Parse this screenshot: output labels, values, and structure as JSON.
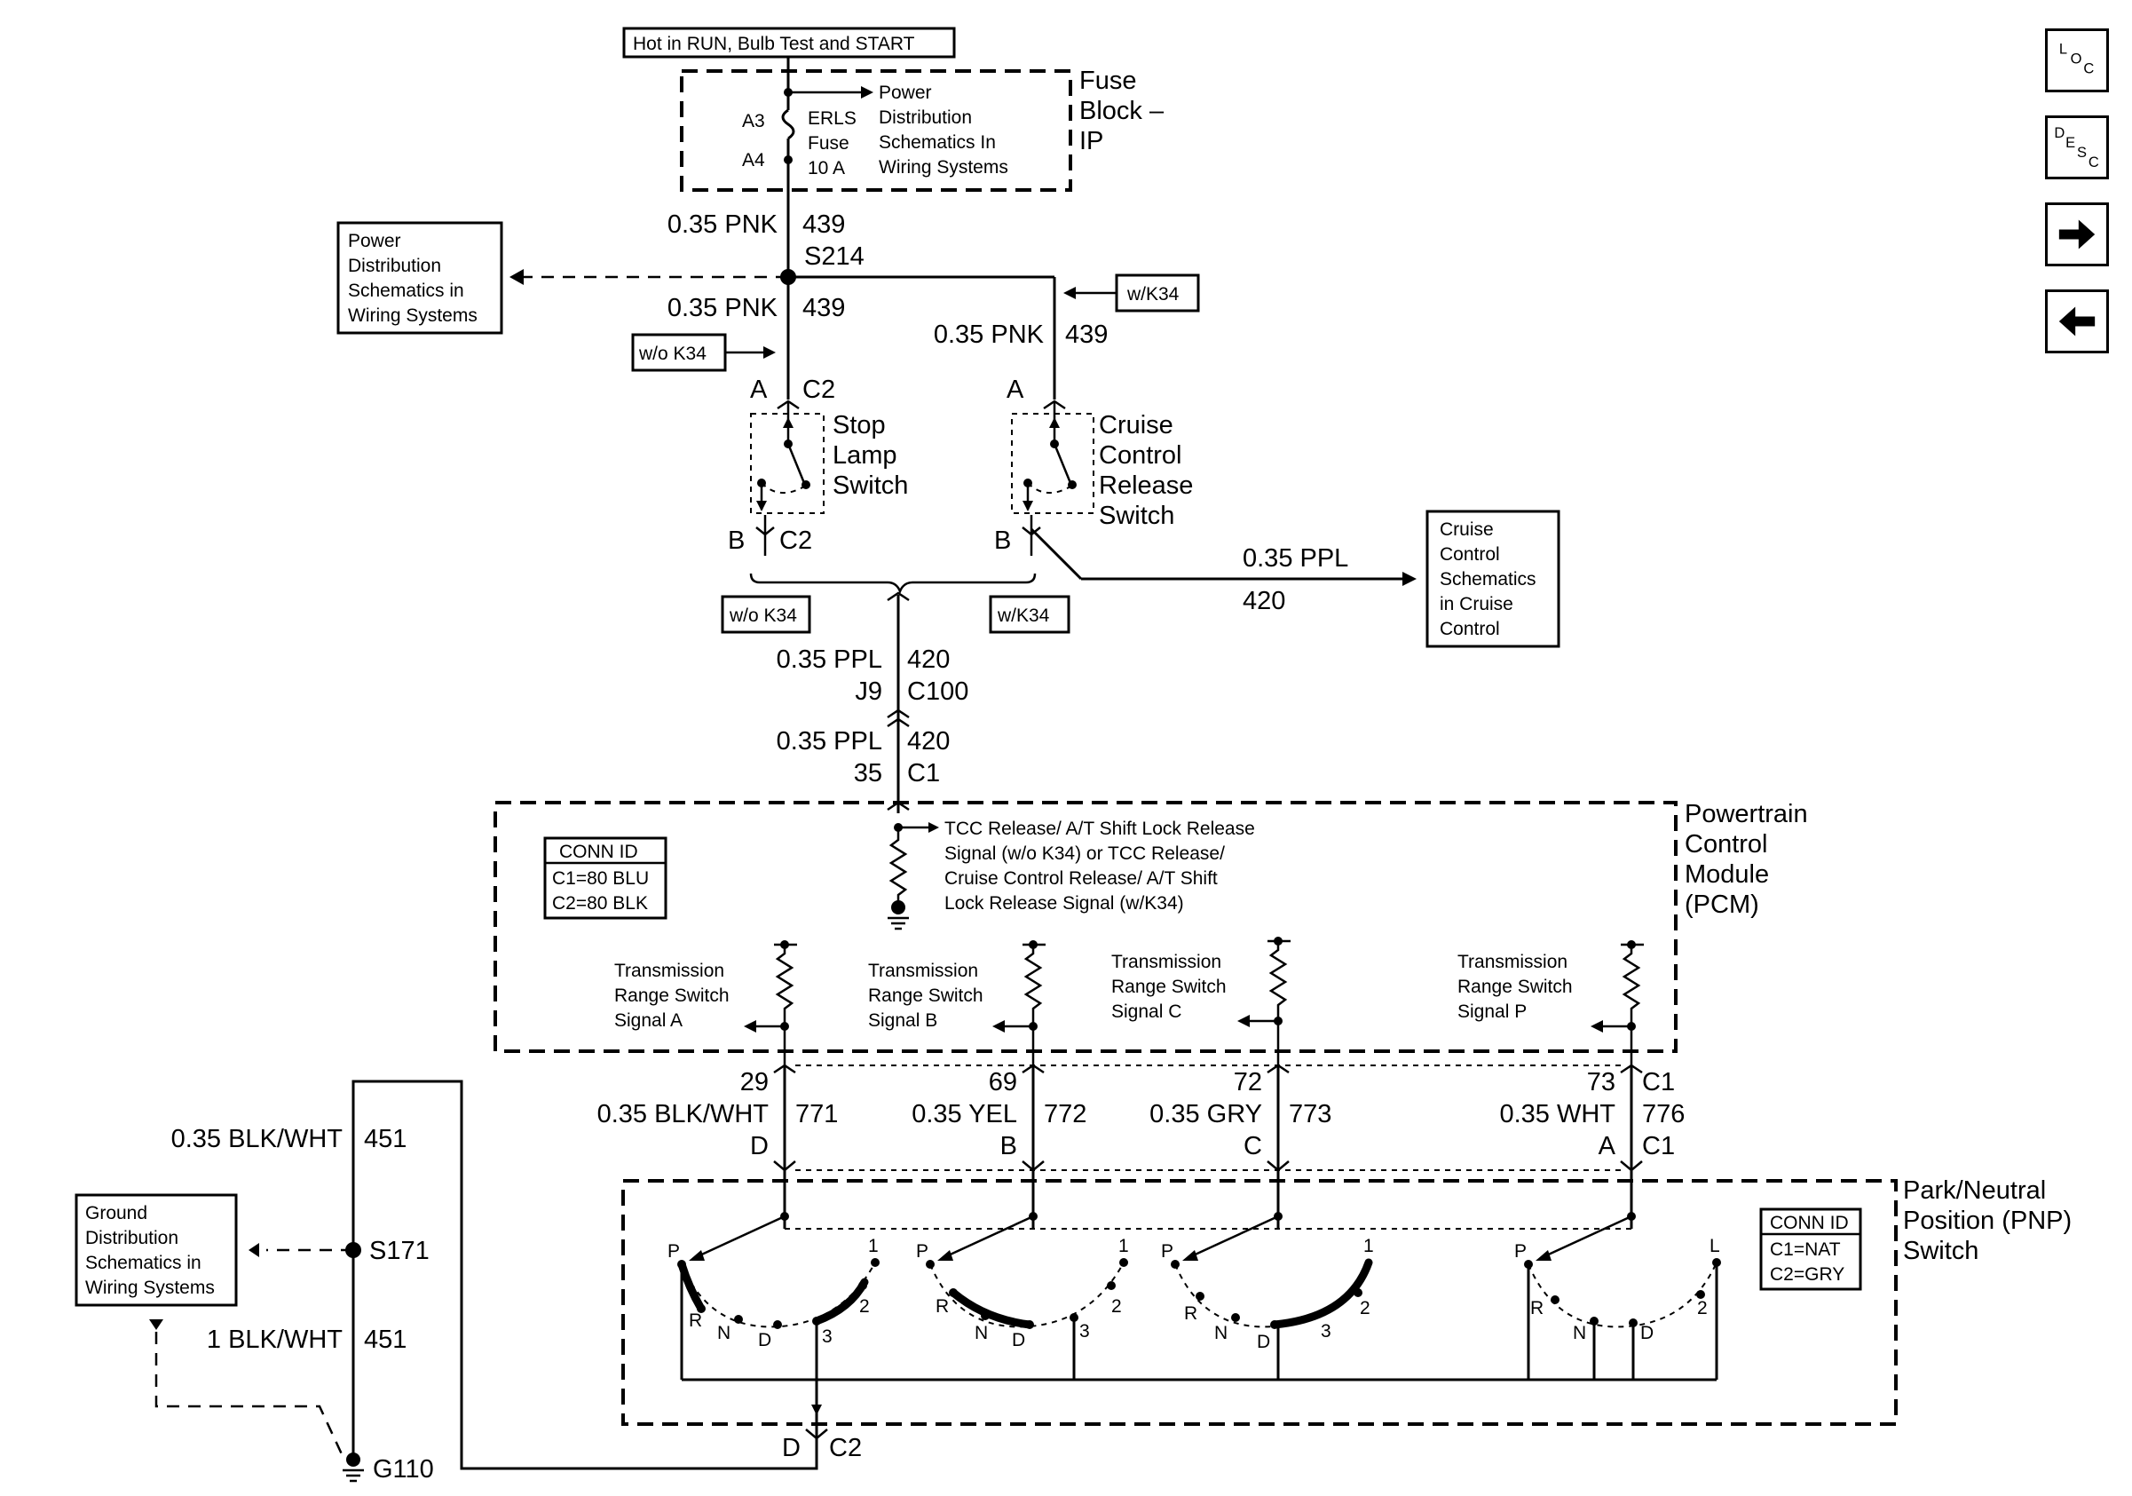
{
  "hot_label": "Hot in RUN, Bulb Test and START",
  "fuse_block": {
    "title": [
      "Fuse",
      "Block –",
      "IP"
    ],
    "pin_top": "A3",
    "pin_bottom": "A4",
    "fuse_label": [
      "ERLS",
      "Fuse",
      "10 A"
    ],
    "power_ref": [
      "Power",
      "Distribution",
      "Schematics In",
      "Wiring Systems"
    ]
  },
  "wire_top": {
    "gauge": "0.35 PNK",
    "circuit": "439"
  },
  "splice_s214": "S214",
  "power_ref_box": [
    "Power",
    "Distribution",
    "Schematics in",
    "Wiring Systems"
  ],
  "wire_left": {
    "gauge": "0.35 PNK",
    "circuit": "439"
  },
  "wire_right": {
    "gauge": "0.35 PNK",
    "circuit": "439"
  },
  "opt_wo_k34": "w/o K34",
  "opt_w_k34": "w/K34",
  "stop_lamp": {
    "pin_top": "A",
    "conn_top": "C2",
    "label": [
      "Stop",
      "Lamp",
      "Switch"
    ],
    "pin_bottom": "B",
    "conn_bottom": "C2"
  },
  "cruise_release": {
    "pin_top": "A",
    "label": [
      "Cruise",
      "Control",
      "Release",
      "Switch"
    ],
    "pin_bottom": "B"
  },
  "cruise_wire": {
    "gauge": "0.35 PPL",
    "circuit": "420"
  },
  "cruise_ref_box": [
    "Cruise",
    "Control",
    "Schematics",
    "in Cruise",
    "Control"
  ],
  "ppl_wire_upper": {
    "gauge": "0.35 PPL",
    "circuit": "420",
    "pin": "J9",
    "conn": "C100"
  },
  "ppl_wire_lower": {
    "gauge": "0.35 PPL",
    "circuit": "420",
    "pin": "35",
    "conn": "C1"
  },
  "pcm": {
    "title": [
      "Powertrain",
      "Control",
      "Module",
      "(PCM)"
    ],
    "conn_id_title": "CONN ID",
    "conn_id": [
      "C1=80 BLU",
      "C2=80 BLK"
    ],
    "tcc_signal": [
      "TCC Release/ A/T Shift Lock Release",
      "Signal (w/o K34) or TCC Release/",
      "Cruise Control Release/ A/T Shift",
      "Lock Release Signal (w/K34)"
    ],
    "signals": [
      [
        "Transmission",
        "Range Switch",
        "Signal A"
      ],
      [
        "Transmission",
        "Range Switch",
        "Signal B"
      ],
      [
        "Transmission",
        "Range Switch",
        "Signal C"
      ],
      [
        "Transmission",
        "Range Switch",
        "Signal P"
      ]
    ]
  },
  "range_wires": [
    {
      "pcm_pin": "29",
      "gauge": "0.35 BLK/WHT",
      "circuit": "771",
      "pnp_pin": "D"
    },
    {
      "pcm_pin": "69",
      "gauge": "0.35 YEL",
      "circuit": "772",
      "pnp_pin": "B"
    },
    {
      "pcm_pin": "72",
      "gauge": "0.35 GRY",
      "circuit": "773",
      "pnp_pin": "C"
    },
    {
      "pcm_pin": "73",
      "gauge": "0.35 WHT",
      "circuit": "776",
      "pnp_pin": "A"
    }
  ],
  "range_conn_top": "C1",
  "range_conn_bottom": "C1",
  "pnp": {
    "title": [
      "Park/Neutral",
      "Position (PNP)",
      "Switch"
    ],
    "conn_id_title": "CONN ID",
    "conn_id": [
      "C1=NAT",
      "C2=GRY"
    ],
    "switch_labels": [
      {
        "p": "P",
        "r": "R",
        "n": "N",
        "d": "D",
        "three": "3",
        "two": "2",
        "one": "1"
      },
      {
        "p": "P",
        "r": "R",
        "n": "N",
        "d": "D",
        "three": "3",
        "two": "2",
        "one": "1"
      },
      {
        "p": "P",
        "r": "R",
        "n": "N",
        "d": "D",
        "three": "3",
        "two": "2",
        "one": "1"
      },
      {
        "p": "P",
        "r": "R",
        "n": "N",
        "d": "D",
        "two": "2",
        "one": "L"
      }
    ],
    "ground_pin": "D",
    "ground_conn": "C2"
  },
  "ground": {
    "wire_upper": {
      "gauge": "0.35 BLK/WHT",
      "circuit": "451"
    },
    "splice": "S171",
    "wire_lower": {
      "gauge": "1 BLK/WHT",
      "circuit": "451"
    },
    "ground_point": "G110",
    "ref_box": [
      "Ground",
      "Distribution",
      "Schematics in",
      "Wiring Systems"
    ]
  },
  "nav": {
    "loc": [
      "L",
      "O",
      "C"
    ],
    "desc": [
      "D",
      "E",
      "S",
      "C"
    ]
  }
}
